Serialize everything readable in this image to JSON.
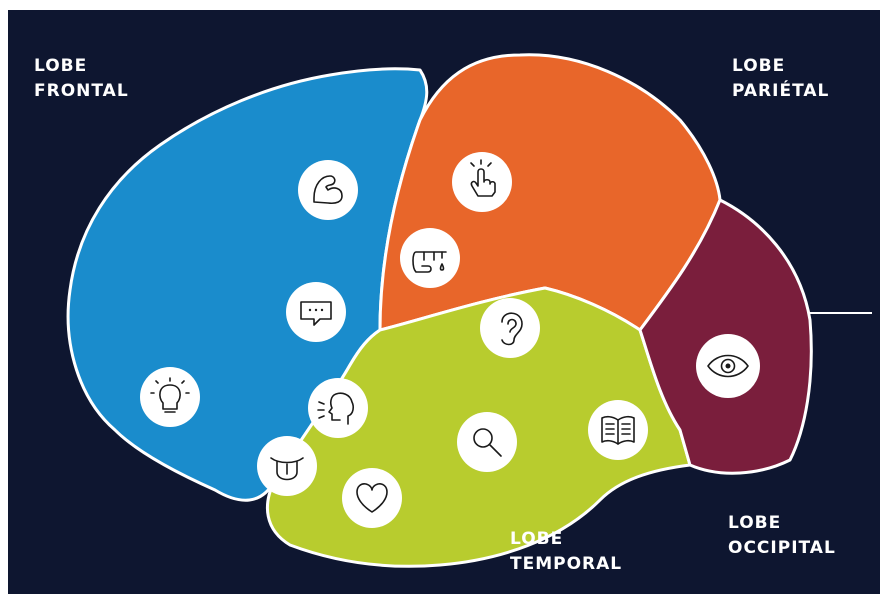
{
  "lobes": {
    "frontal": {
      "line1": "LOBE",
      "line2": "FRONTAL",
      "color": "#1a8ccc"
    },
    "parietal": {
      "line1": "LOBE",
      "line2": "PARIÉTAL",
      "color": "#e8662a"
    },
    "temporal": {
      "line1": "LOBE",
      "line2": "TEMPORAL",
      "color": "#b8cc2e"
    },
    "occipital": {
      "line1": "LOBE",
      "line2": "OCCIPITAL",
      "color": "#7a1e3c"
    }
  },
  "colors": {
    "background": "#0e1630",
    "outline": "#ffffff"
  },
  "icons": [
    {
      "name": "muscle-arm-icon",
      "lobe": "frontal"
    },
    {
      "name": "speech-bubble-icon",
      "lobe": "frontal"
    },
    {
      "name": "lightbulb-icon",
      "lobe": "frontal"
    },
    {
      "name": "speaking-head-icon",
      "lobe": "frontal"
    },
    {
      "name": "tongue-icon",
      "lobe": "frontal"
    },
    {
      "name": "touch-finger-icon",
      "lobe": "parietal"
    },
    {
      "name": "hand-drop-icon",
      "lobe": "parietal"
    },
    {
      "name": "ear-icon",
      "lobe": "temporal"
    },
    {
      "name": "magnifier-icon",
      "lobe": "temporal"
    },
    {
      "name": "heart-icon",
      "lobe": "temporal"
    },
    {
      "name": "open-book-icon",
      "lobe": "temporal"
    },
    {
      "name": "eye-icon",
      "lobe": "occipital"
    }
  ]
}
